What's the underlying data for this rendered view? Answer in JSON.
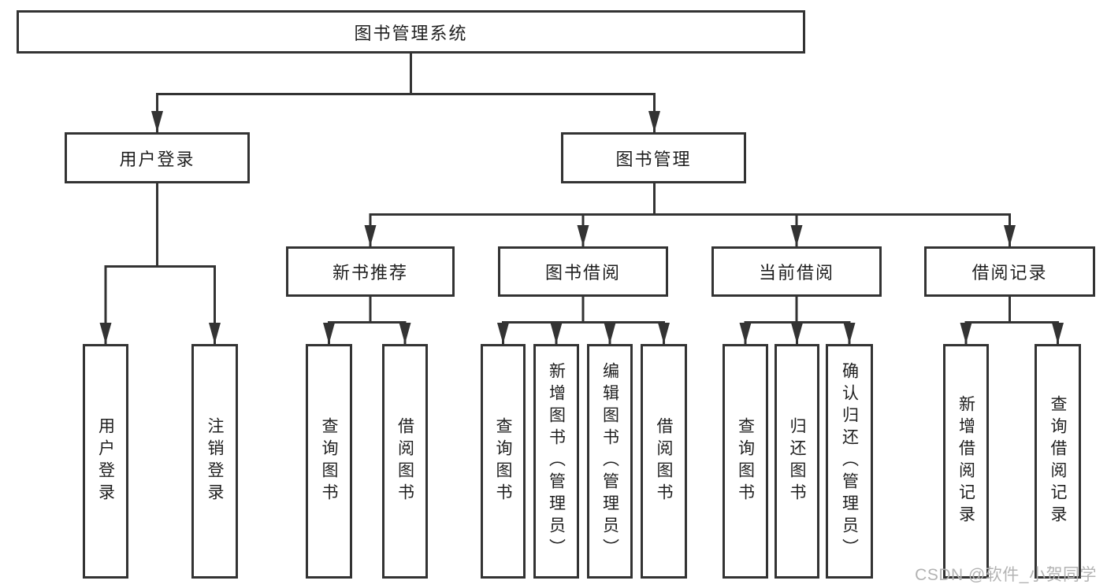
{
  "tree": {
    "root": "图书管理系统",
    "branches": [
      {
        "label": "用户登录",
        "children": [
          "用户登录",
          "注销登录"
        ]
      },
      {
        "label": "图书管理",
        "groups": [
          {
            "label": "新书推荐",
            "children": [
              "查询图书",
              "借阅图书"
            ]
          },
          {
            "label": "图书借阅",
            "children": [
              "查询图书",
              "新增图书（管理员）",
              "编辑图书（管理员）",
              "借阅图书"
            ]
          },
          {
            "label": "当前借阅",
            "children": [
              "查询图书",
              "归还图书",
              "确认归还（管理员）"
            ]
          },
          {
            "label": "借阅记录",
            "children": [
              "新增借阅记录",
              "查询借阅记录"
            ]
          }
        ]
      }
    ]
  },
  "watermark": {
    "text": "CSDN @软件_小贺同学",
    "color": "#b3b3b3"
  },
  "colors": {
    "line": "#333333",
    "text": "#1f1f1f",
    "background": "#ffffff"
  }
}
